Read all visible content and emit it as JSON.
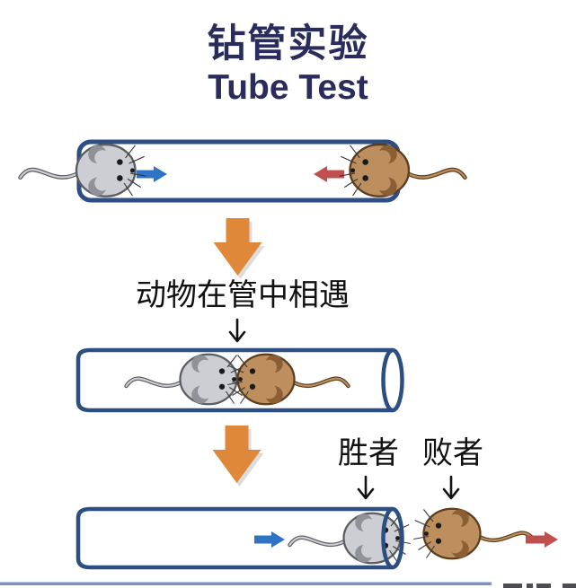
{
  "title": {
    "zh": "钻管实验",
    "en": "Tube Test"
  },
  "labels": {
    "meet": "动物在管中相遇",
    "winner": "胜者",
    "loser": "败者"
  },
  "icons": {
    "step_arrow": "orange-block-down-arrow",
    "pointer_arrow": "thin-black-down-arrow",
    "gray_mouse_direction_arrow": "blue-right-arrow",
    "brown_mouse_direction_arrow": "red-left-arrow",
    "winner_direction_arrow": "blue-right-arrow",
    "loser_retreat_arrow": "red-right-arrow"
  },
  "colors": {
    "title_navy": "#2a2d5c",
    "tube_outline": "#2c4e82",
    "arrow_blue": "#2f74c4",
    "arrow_red": "#c0504d",
    "arrow_orange": "#e0883a",
    "arrow_shadow": "#8a8a8a",
    "mouse_gray_body": "#ccced3",
    "mouse_brown_body": "#bd8e5e",
    "label_text": "#111111",
    "bottom_divider": "#8093c5",
    "background": "#ffffff"
  }
}
